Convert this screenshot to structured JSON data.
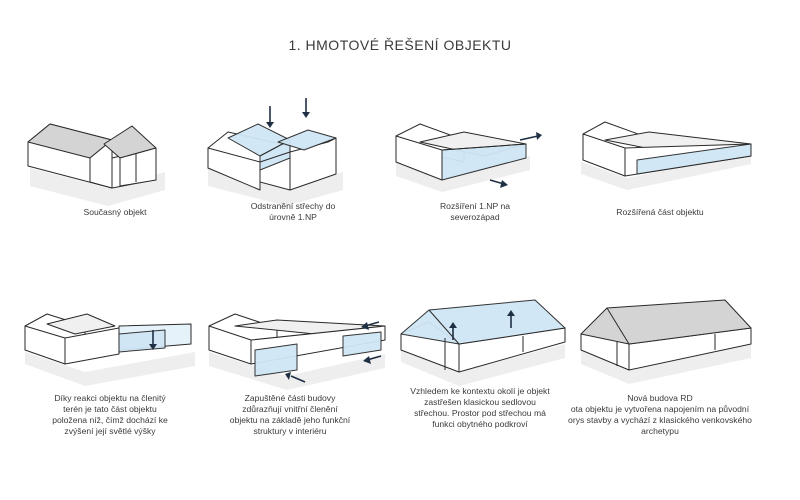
{
  "title": "1. HMOTOVÉ ŘEŠENÍ OBJEKTU",
  "steps": [
    {
      "lines": [
        "Současný objekt"
      ]
    },
    {
      "lines": [
        "Odstranění střechy do",
        "úrovně 1.NP"
      ]
    },
    {
      "lines": [
        "Rozšíření 1.NP na",
        "severozápad"
      ]
    },
    {
      "lines": [
        "Rozšířená část objektu"
      ]
    },
    {
      "lines": [
        "Díky reakci objektu na členitý",
        "terén je tato část objektu",
        "položena níž, čímž dochází ke",
        "zvýšení její světlé výšky"
      ]
    },
    {
      "lines": [
        "Zapuštěné části budovy",
        "zdůrazňují vnitřní členění",
        "objektu na základě jeho funkční",
        "struktury v interiéru"
      ]
    },
    {
      "lines": [
        "Vzhledem ke kontextu okolí je objekt",
        "zastřešen klasickou sedlovou",
        "střechou. Prostor pod střechou má",
        "funkci obytného podkroví"
      ]
    },
    {
      "lines": [
        "Nová budova RD",
        "",
        "ota objektu je vytvořena napojením na původní",
        "orys stavby a vychází z klasického venkovského",
        "archetypu"
      ]
    }
  ],
  "colors": {
    "highlight": "#cfe6f5",
    "arrow": "#1f2f44",
    "roof": "#d4d4d4"
  },
  "icons": [
    "down-arrow-icon",
    "right-arrow-icon",
    "left-arrow-icon",
    "up-arrow-icon"
  ]
}
